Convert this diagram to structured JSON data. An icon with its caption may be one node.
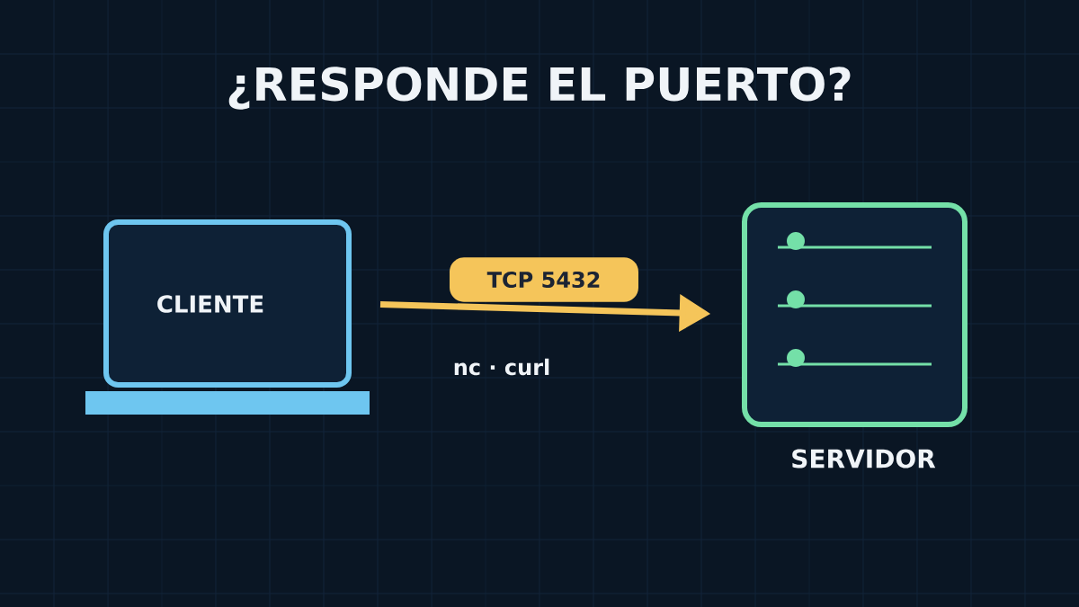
{
  "diagram": {
    "title": "¿RESPONDE EL PUERTO?",
    "nodes": [
      {
        "text": [
          "CLIENTE"
        ]
      },
      {
        "text": [
          "SERVIDOR"
        ]
      }
    ],
    "edges": [
      {
        "from": 0,
        "to": 1,
        "arrow": "to",
        "label": "TCP 5432",
        "color": "#f5c55a"
      }
    ],
    "labels": [
      "nc · curl"
    ]
  }
}
